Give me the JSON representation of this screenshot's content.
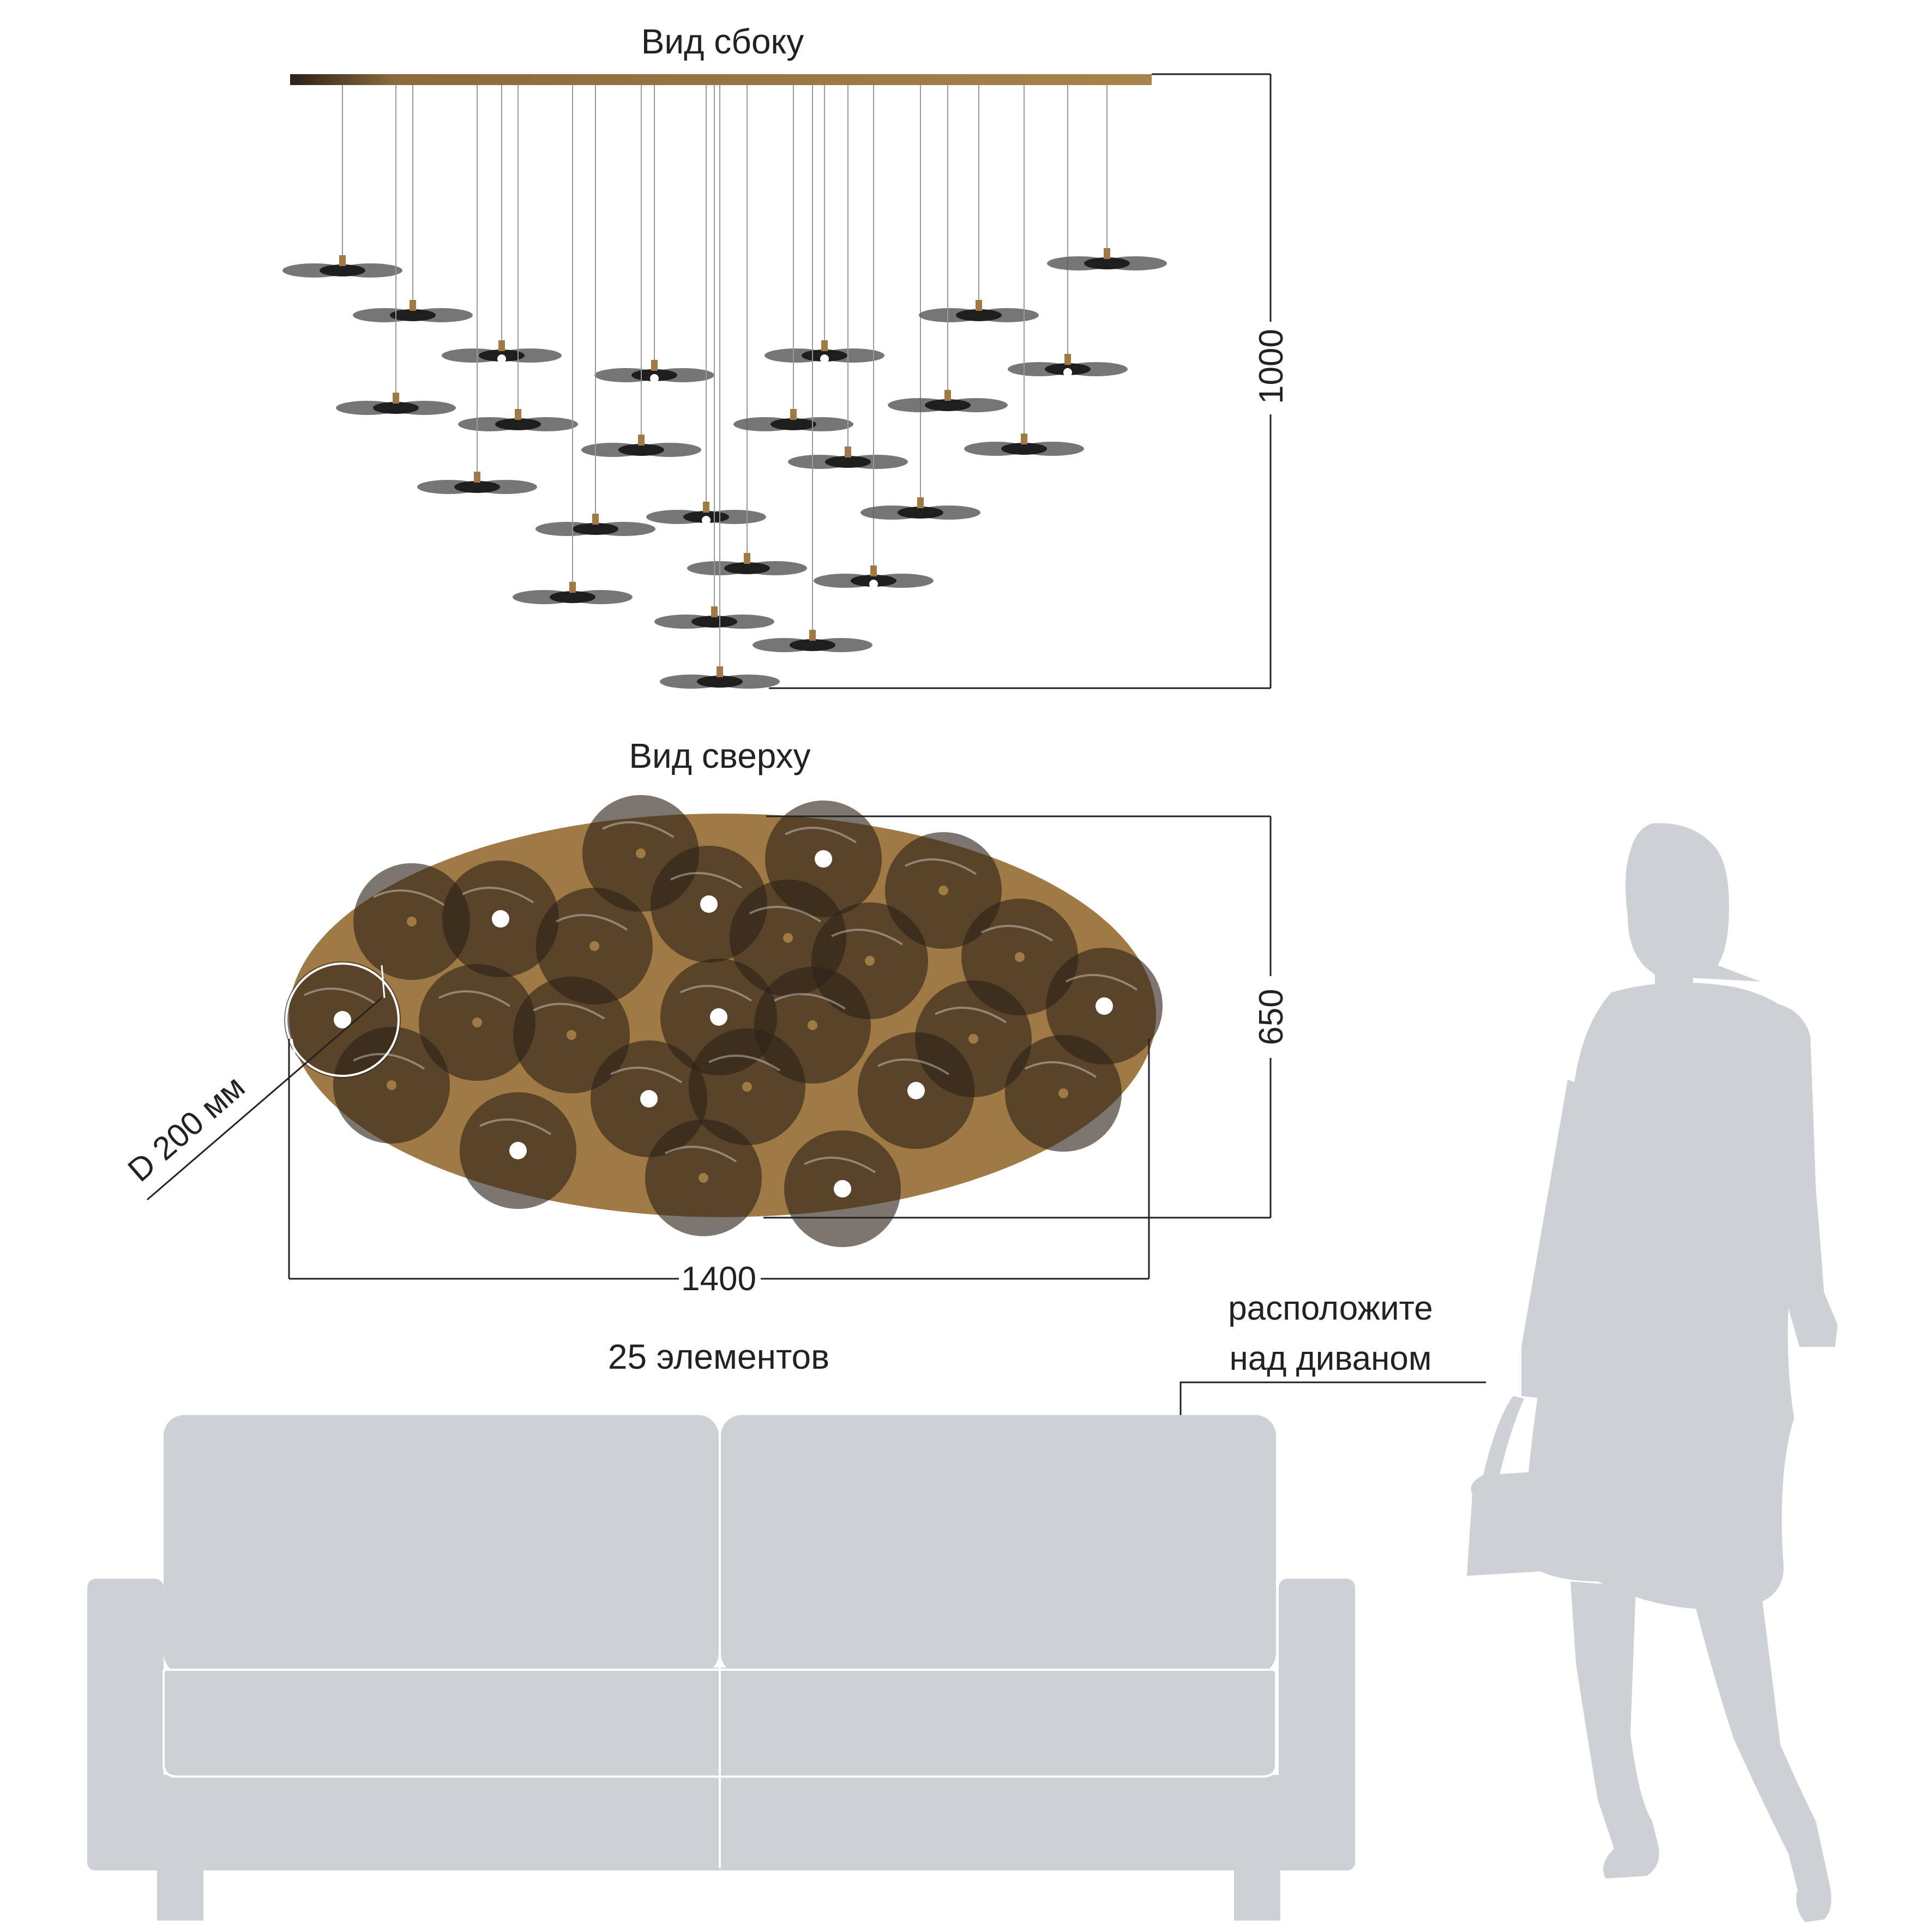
{
  "labels": {
    "side_view": "Вид сбоку",
    "top_view": "Вид сверху",
    "height_dim": "1000",
    "depth_dim": "650",
    "width_dim": "1400",
    "diameter": "D 200 мм",
    "count": "25 элементов",
    "hint_line1": "расположите",
    "hint_line2": "над диваном"
  },
  "colors": {
    "brass": "#a07a44",
    "smoke_disc": "rgba(50,38,28,0.62)",
    "shade_side": "#5a5a5a",
    "furniture": "#cdd0d5",
    "silhouette": "#cdd0d5",
    "dimension_line": "#222222"
  },
  "icons": {
    "person": "standing-woman-silhouette",
    "sofa": "sofa-silhouette"
  }
}
